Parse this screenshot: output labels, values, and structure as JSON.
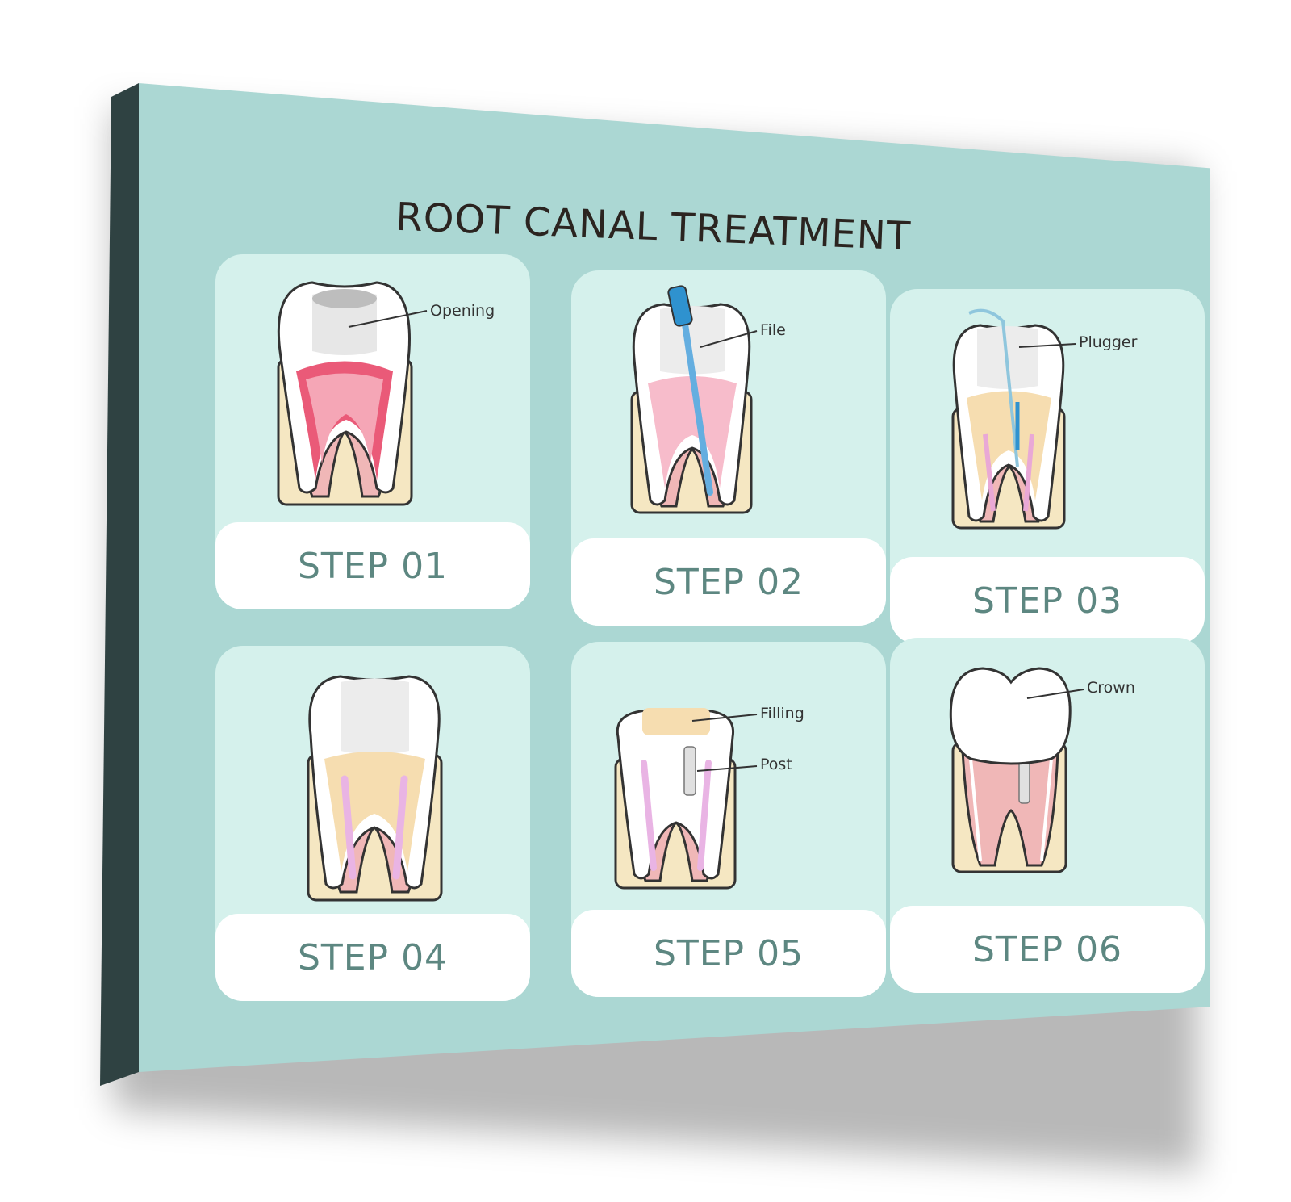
{
  "title": "ROOT CANAL TREATMENT",
  "steps": [
    {
      "label": "STEP 01",
      "annotations": [
        "Opening"
      ]
    },
    {
      "label": "STEP 02",
      "annotations": [
        "File"
      ]
    },
    {
      "label": "STEP 03",
      "annotations": [
        "Plugger"
      ]
    },
    {
      "label": "STEP 04",
      "annotations": []
    },
    {
      "label": "STEP 05",
      "annotations": [
        "Filling",
        "Post"
      ]
    },
    {
      "label": "STEP 06",
      "annotations": [
        "Crown"
      ]
    }
  ],
  "colors": {
    "canvas": "#abd7d3",
    "card": "#d5f1ec",
    "step_text": "#5d8781",
    "title_text": "#2b2420",
    "canvas_edge": "#2f4242",
    "pulp_inflamed": "#ea5a78",
    "gum": "#f0b7b7",
    "bone": "#f5e7c2",
    "filling": "#f6ddb0"
  },
  "icons": [
    "tooth-opening-icon",
    "tooth-file-icon",
    "tooth-plugger-icon",
    "tooth-sealed-icon",
    "tooth-filling-post-icon",
    "tooth-crown-icon"
  ]
}
